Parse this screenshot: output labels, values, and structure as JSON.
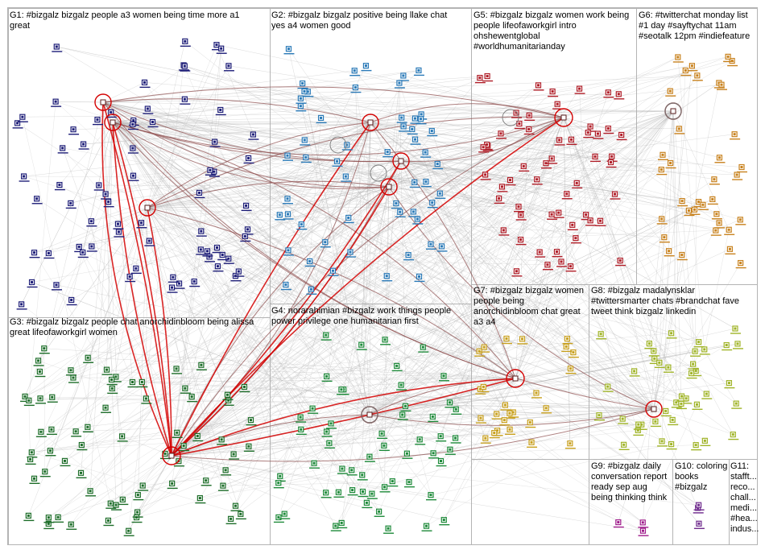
{
  "colors": {
    "background": "#ffffff",
    "panel_border": "#b4b4b4",
    "edge_gray": "#b0b0b0",
    "edge_dark": "#8b4a4a",
    "edge_red": "#d40000",
    "node_ring": "#7a3030",
    "group_colors": {
      "G1": "#1e1e78",
      "G2": "#2a7ab8",
      "G3": "#1e6e2a",
      "G4": "#1e8a3a",
      "G5": "#b01e28",
      "G6": "#c8821e",
      "G7": "#c8a01e",
      "G8": "#a0b428",
      "G9": "#a01e8c",
      "G10": "#6e2a8c",
      "G11": "#444444"
    }
  },
  "panels": [
    {
      "id": "G1",
      "lines": [
        "G1: #bizgalz bizgalz people a3 women being time more a1",
        "great"
      ]
    },
    {
      "id": "G2",
      "lines": [
        "G2: #bizgalz bizgalz positive being llake chat",
        "yes a4 women good"
      ]
    },
    {
      "id": "G5",
      "lines": [
        "G5: #bizgalz bizgalz women work being",
        "people lifeofaworkgirl intro",
        "ohshewentglobal",
        "#worldhumanitarianday"
      ]
    },
    {
      "id": "G6",
      "lines": [
        "G6: #twitterchat monday list",
        "#1 day #sayftychat 11am",
        "#seotalk 12pm #indiefeature"
      ]
    },
    {
      "id": "G3",
      "lines": [
        "G3: #bizgalz bizgalz people chat anorchidinbloom being alissa",
        "great lifeofaworkgirl women"
      ]
    },
    {
      "id": "G4",
      "lines": [
        "G4: norarahimian #bizgalz work things people",
        "power privilege one humanitarian first"
      ]
    },
    {
      "id": "G7",
      "lines": [
        "G7: #bizgalz bizgalz women",
        "people being",
        "anorchidinbloom chat great",
        "a3 a4"
      ]
    },
    {
      "id": "G8",
      "lines": [
        "G8: #bizgalz madalynsklar",
        "#twittersmarter chats #brandchat fave",
        "tweet think bizgalz linkedin"
      ]
    },
    {
      "id": "G9",
      "lines": [
        "G9: #bizgalz daily",
        "conversation report",
        "ready sep aug",
        "being thinking think"
      ]
    },
    {
      "id": "G10",
      "lines": [
        "G10: coloring",
        "books",
        "#bizgalz"
      ]
    },
    {
      "id": "G11",
      "lines": [
        "G11:",
        "stafft...",
        "reco...",
        "chall...",
        "medi...",
        "#hea...",
        "indus..."
      ]
    }
  ]
}
